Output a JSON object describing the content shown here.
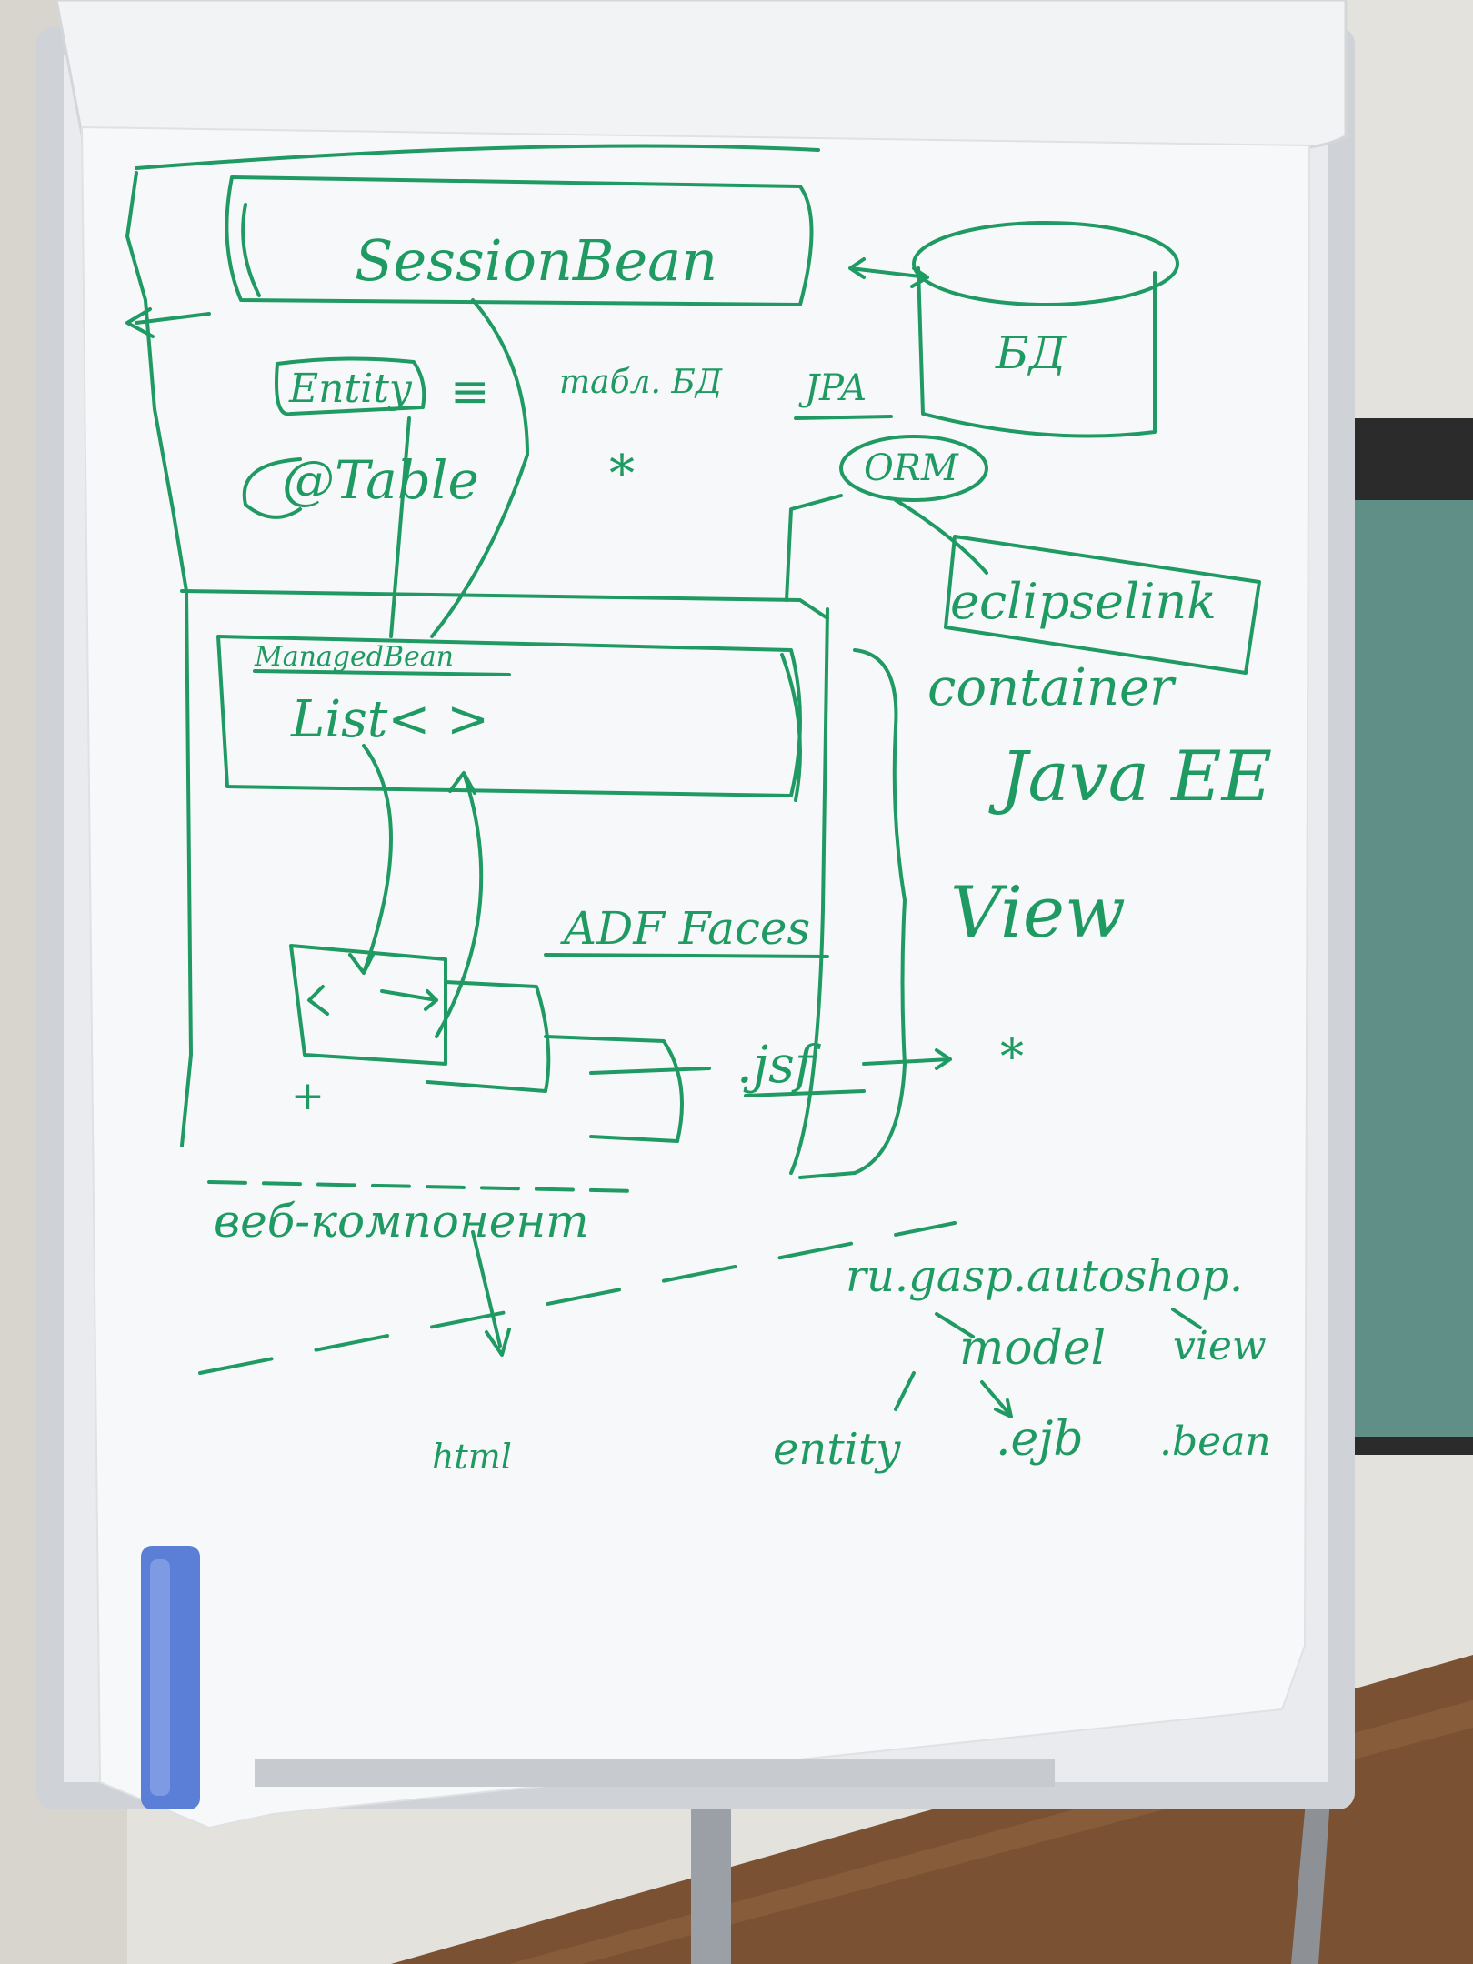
{
  "photo": {
    "subject": "flipchart-whiteboard-sketch",
    "ink_color": "#1f9a62",
    "paper_color": "#f7f8f9",
    "wall_color": "#e3e1dc",
    "floor_color": "#7a5233"
  },
  "sketch": {
    "session_bean": "SessionBean",
    "entity": "Entity",
    "equals": "≡",
    "table_db": "табл. БД",
    "at_table": "@Table",
    "star_top": "*",
    "jpa": "JPA",
    "orm": "ORM",
    "database": "БД",
    "eclipselink": "eclipselink",
    "container": "container",
    "java_ee": "Java EE",
    "managed_bean": "ManagedBean",
    "list": "List< >",
    "adf_faces": "ADF Faces",
    "view": "View",
    "jsf": ".jsf",
    "star_mid": "*",
    "plus": "+",
    "web_component": "веб-компонент",
    "package": "ru.gasp.autoshop.",
    "model": "model",
    "view_pkg": "view",
    "entity_pkg": "entity",
    "ejb": ".ejb",
    "bean": ".bean",
    "html": "html"
  }
}
